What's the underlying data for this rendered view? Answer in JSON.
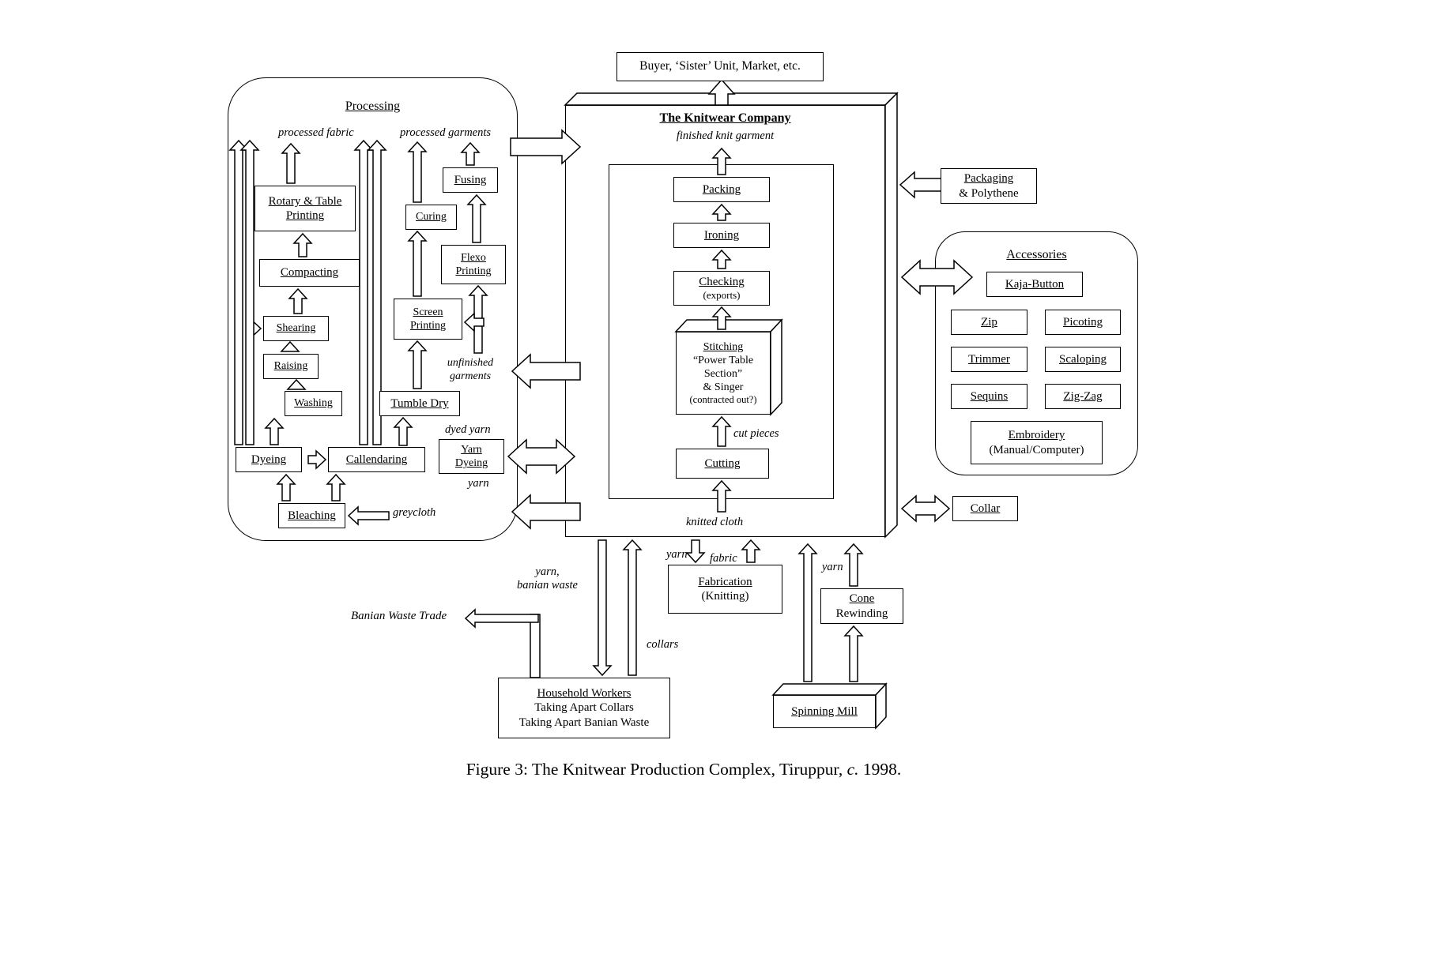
{
  "figure": {
    "caption_prefix": "Figure 3:  The Knitwear Production Complex, Tiruppur, ",
    "caption_italic": "c.",
    "caption_suffix": " 1998."
  },
  "buyer": {
    "label": "Buyer, ‘Sister’ Unit, Market, etc."
  },
  "company": {
    "title": "The Knitwear Company",
    "subtitle": "finished knit garment",
    "packing": "Packing",
    "ironing": "Ironing",
    "checking": "Checking",
    "checking_sub": "(exports)",
    "stitching_l1": "Stitching",
    "stitching_l2": "“Power Table",
    "stitching_l3": "Section”",
    "stitching_l4": "& Singer",
    "stitching_l5": "(contracted out?)",
    "cutting": "Cutting",
    "labels": {
      "cut_pieces": "cut pieces",
      "knitted_cloth": "knitted cloth"
    }
  },
  "processing": {
    "title": "Processing",
    "rotary_l1": "Rotary & Table",
    "rotary_l2": "Printing",
    "compacting": "Compacting",
    "shearing": "Shearing",
    "raising": "Raising",
    "washing": "Washing",
    "tumble_dry": "Tumble Dry",
    "dyeing": "Dyeing",
    "callendaring": "Callendaring",
    "bleaching": "Bleaching",
    "fusing": "Fusing",
    "curing": "Curing",
    "flexo_l1": "Flexo",
    "flexo_l2": "Printing",
    "screen_l1": "Screen",
    "screen_l2": "Printing",
    "yarn_dyeing_l1": "Yarn",
    "yarn_dyeing_l2": "Dyeing",
    "labels": {
      "processed_fabric": "processed fabric",
      "processed_garments": "processed garments",
      "unfinished_l1": "unfinished",
      "unfinished_l2": "garments",
      "dyed_yarn": "dyed yarn",
      "yarn": "yarn",
      "greycloth": "greycloth"
    }
  },
  "right": {
    "packaging_l1": "Packaging",
    "packaging_l2": "& Polythene",
    "accessories": {
      "title": "Accessories",
      "kaja": "Kaja-Button",
      "zip": "Zip",
      "picoting": "Picoting",
      "trimmer": "Trimmer",
      "scaloping": "Scaloping",
      "sequins": "Sequins",
      "zigzag": "Zig-Zag",
      "embroidery_l1": "Embroidery",
      "embroidery_l2": "(Manual/Computer)"
    },
    "collar": "Collar"
  },
  "bottom": {
    "fabrication_l1": "Fabrication",
    "fabrication_l2": "(Knitting)",
    "cone_l1": "Cone",
    "cone_l2": "Rewinding",
    "spinning_mill": "Spinning Mill",
    "household_l1": "Household Workers",
    "household_l2": "Taking Apart Collars",
    "household_l3": "Taking Apart Banian Waste",
    "labels": {
      "yarn_fab": "yarn",
      "fabric": "fabric",
      "yarn_cone": "yarn",
      "yarn_banian_l1": "yarn,",
      "yarn_banian_l2": "banian waste",
      "collars": "collars",
      "banian_waste_trade": "Banian Waste Trade"
    }
  }
}
